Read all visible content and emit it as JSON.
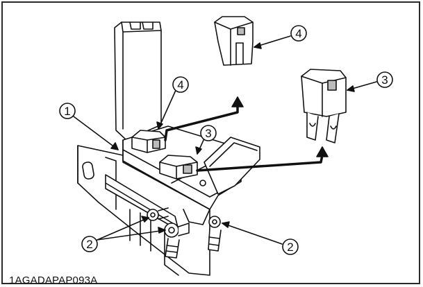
{
  "figure": {
    "caption": "1AGADAPAP093A",
    "callouts": [
      {
        "id": "callout-1",
        "label": "1"
      },
      {
        "id": "callout-2-left",
        "label": "2"
      },
      {
        "id": "callout-2-right",
        "label": "2"
      },
      {
        "id": "callout-3-fuse",
        "label": "3"
      },
      {
        "id": "callout-3-block",
        "label": "3"
      },
      {
        "id": "callout-4-fuse",
        "label": "4"
      },
      {
        "id": "callout-4-block",
        "label": "4"
      }
    ],
    "colors": {
      "line": "#111111",
      "fill": "#ffffff",
      "shade": "#d9d9d9",
      "dark": "#444444"
    }
  }
}
